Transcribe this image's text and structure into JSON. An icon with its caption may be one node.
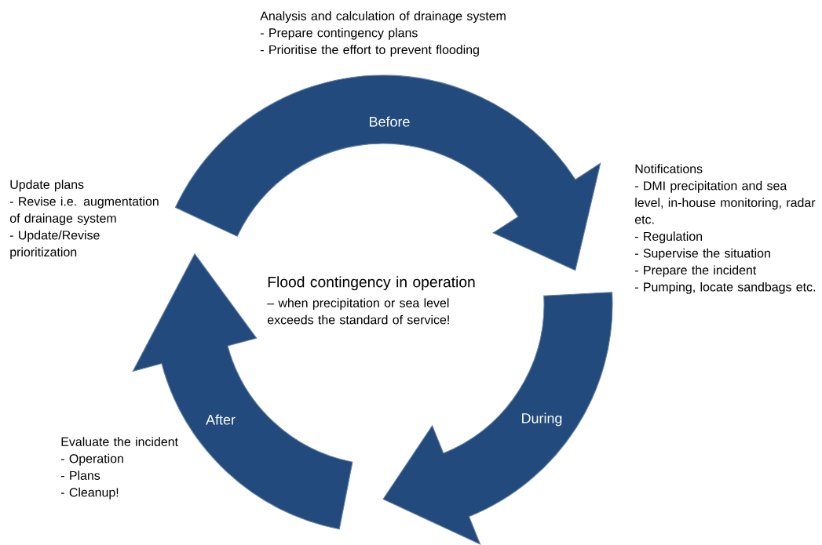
{
  "diagram": {
    "nodes": [
      {
        "text": [
          "Before"
        ]
      },
      {
        "text": [
          "During"
        ]
      },
      {
        "text": [
          "After"
        ]
      }
    ],
    "labels": [
      "Analysis and calculation of  drainage system",
      "- Prepare contingency plans",
      "- Prioritise the effort to prevent flooding",
      "Update plans",
      "- Revise i.e. augmentation of drainage system",
      "- Update/Revise prioritization",
      "Notifications",
      "- DMI precipitation and sea level, in-house monitoring, radar etc.",
      "- Regulation",
      "- Supervise the situation",
      "- Prepare the incident",
      "- Pumping, locate sandbags etc.",
      "Flood contingency in operation",
      "– when precipitation or sea level exceeds the standard of service!",
      "Evaluate the incident",
      "- Operation",
      "- Plans",
      "- Cleanup!"
    ]
  }
}
